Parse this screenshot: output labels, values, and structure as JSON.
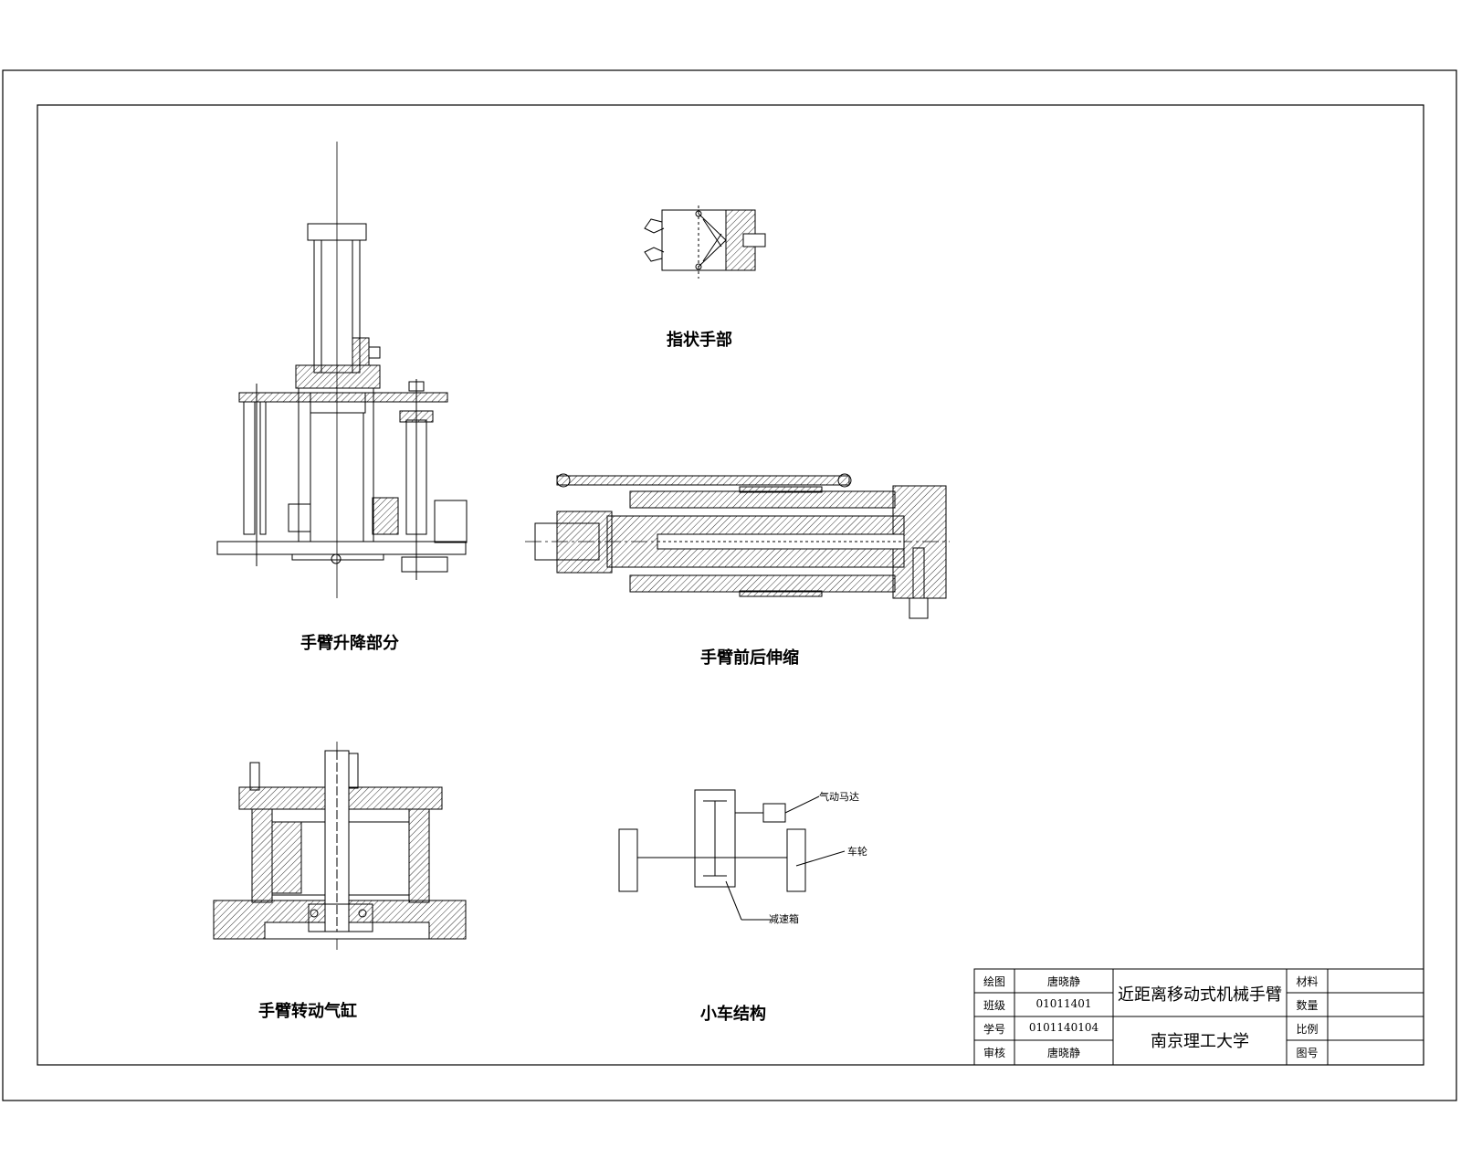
{
  "views": {
    "finger_hand": "指状手部",
    "arm_lift": "手臂升降部分",
    "arm_extend": "手臂前后伸缩",
    "arm_rotate": "手臂转动气缸",
    "cart": "小车结构"
  },
  "cart_callouts": {
    "motor": "气动马达",
    "wheel": "车轮",
    "gearbox": "减速箱"
  },
  "title_block": {
    "drawn_label": "绘图",
    "drawn_value": "唐晓静",
    "class_label": "班级",
    "class_value": "01011401",
    "student_id_label": "学号",
    "student_id_value": "0101140104",
    "review_label": "审核",
    "review_value": "唐晓静",
    "drawing_title": "近距离移动式机械手臂",
    "school": "南京理工大学",
    "material_label": "材料",
    "quantity_label": "数量",
    "scale_label": "比例",
    "drawing_no_label": "图号"
  }
}
